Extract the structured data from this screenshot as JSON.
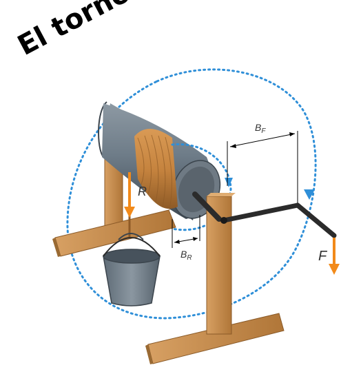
{
  "title": "El torno",
  "labels": {
    "load_force": "R",
    "effort_force": "F",
    "effort_arm_base": "B",
    "effort_arm_sub": "F",
    "load_arm_base": "B",
    "load_arm_sub": "R"
  },
  "colors": {
    "wood": "#c68d4c",
    "wood_dark": "#9a6a33",
    "rope": "#c6843f",
    "cylinder": "#6e7c88",
    "force_arrow": "#f28a1a",
    "rotation_path": "#2f8fd8",
    "crank": "#2b2b2b",
    "bucket": "#7a8894"
  }
}
